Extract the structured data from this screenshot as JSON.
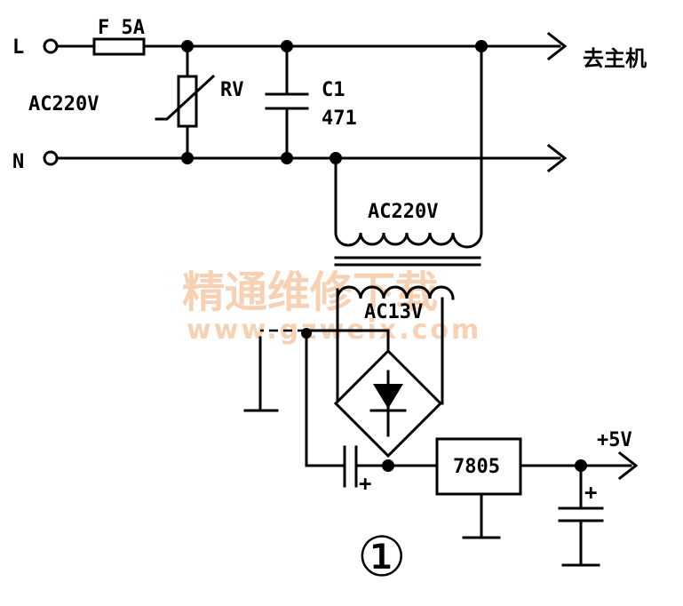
{
  "labels": {
    "terminal_l": "L",
    "terminal_n": "N",
    "input_voltage": "AC220V",
    "fuse": "F 5A",
    "varistor": "RV",
    "capacitor_name": "C1",
    "capacitor_value": "471",
    "to_host": "去主机",
    "transformer_primary": "AC220V",
    "transformer_secondary": "AC13V",
    "regulator": "7805",
    "output_voltage": "+5V",
    "plus_filter": "+",
    "plus_output": "+",
    "figure_number": "①"
  },
  "watermark": {
    "text": "精通维修下载",
    "url": "www.gzweix.com",
    "color": "#f6c9a6"
  }
}
